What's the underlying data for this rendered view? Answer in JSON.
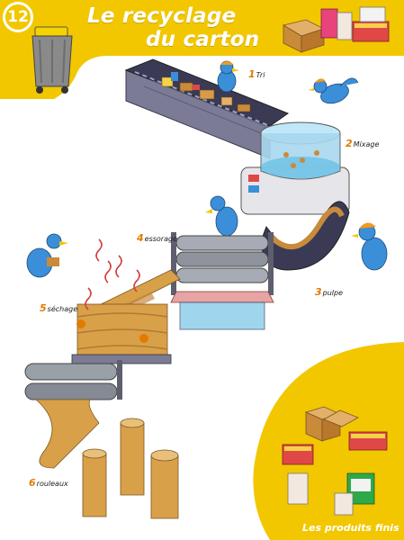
{
  "page": {
    "number": "12",
    "title_line1": "Le recyclage",
    "title_line2": "du carton"
  },
  "steps": [
    {
      "number": "1",
      "label": "Tri"
    },
    {
      "number": "2",
      "label": "Mixage"
    },
    {
      "number": "3",
      "label": "pulpe"
    },
    {
      "number": "4",
      "label": "essorage"
    },
    {
      "number": "5",
      "label": "séchage"
    },
    {
      "number": "6",
      "label": "rouleaux"
    }
  ],
  "finished_products": {
    "label": "Les produits finis"
  },
  "colors": {
    "brand_yellow": "#f2c700",
    "cardboard": "#c98a3a",
    "bird_blue": "#3a8fd8",
    "step_number": "#e07b00"
  },
  "icons": [
    "trash-bin-icon",
    "boxes-icon",
    "bird-icon"
  ]
}
